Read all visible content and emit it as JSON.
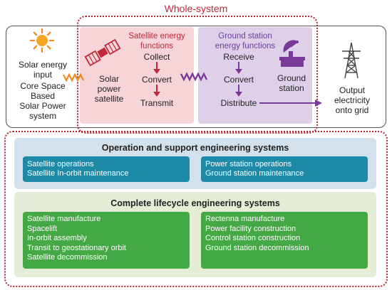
{
  "whole_system_label": "Whole-system",
  "left": {
    "sun_icon": "sun-icon",
    "lines": [
      "Solar energy",
      "input",
      "Core Space",
      "Based",
      "Solar Power",
      "system"
    ]
  },
  "satellite": {
    "icon": "satellite-icon",
    "label_lines": [
      "Solar",
      "power",
      "satellite"
    ],
    "functions_title_lines": [
      "Satellite energy",
      "functions"
    ],
    "steps": [
      "Collect",
      "Convert",
      "Transmit"
    ],
    "accent_color": "#c0283a"
  },
  "ground": {
    "icon": "ground-station-icon",
    "label_lines": [
      "Ground",
      "station"
    ],
    "functions_title_lines": [
      "Ground station",
      "energy functions"
    ],
    "steps": [
      "Receive",
      "Convert",
      "Distribute"
    ],
    "accent_color": "#6a3fa0"
  },
  "grid": {
    "icon": "pylon-icon",
    "lines": [
      "Output",
      "electricity",
      "onto grid"
    ]
  },
  "operation": {
    "title": "Operation and support engineering systems",
    "left_items": [
      "Satellite operations",
      "Satellite In-orbit maintenance"
    ],
    "right_items": [
      "Power station operations",
      "Ground station maintenance"
    ]
  },
  "lifecycle": {
    "title": "Complete lifecycle engineering systems",
    "left_items": [
      "Satellite manufacture",
      "Spacelift",
      "In-orbit assembly",
      "Transit to geostationary orbit",
      "Satellite decommission"
    ],
    "right_items": [
      "Rectenna manufacture",
      "Power facility construction",
      "Control station construction",
      "Ground station decommission"
    ]
  }
}
